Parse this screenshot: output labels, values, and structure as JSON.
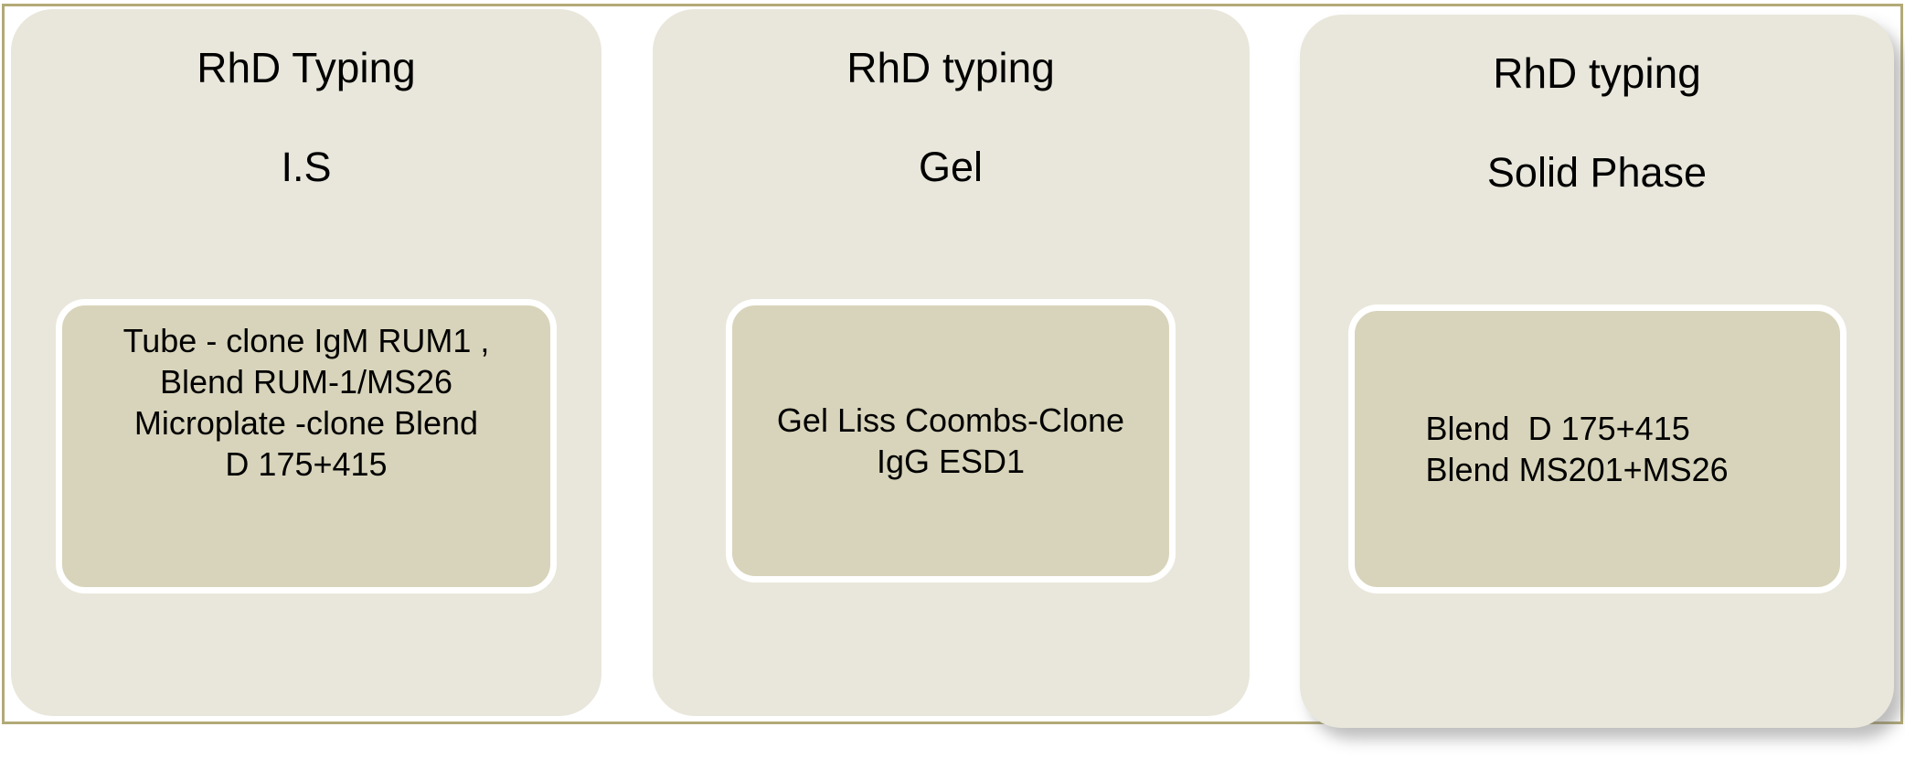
{
  "panels": [
    {
      "title": "RhD Typing",
      "subtitle": "I.S",
      "lines": [
        "Tube - clone IgM RUM1 ,",
        "Blend RUM-1/MS26",
        "Microplate -clone Blend",
        "D 175+415"
      ]
    },
    {
      "title": "RhD typing",
      "subtitle": "Gel",
      "lines": [
        "Gel Liss Coombs-Clone",
        "IgG ESD1"
      ]
    },
    {
      "title": "RhD typing",
      "subtitle": "Solid Phase",
      "lines": [
        "Blend  D 175+415",
        "Blend MS201+MS26"
      ]
    }
  ],
  "colors": {
    "panel_bg": "#e9e7db",
    "inner_box_bg": "#d8d4bb",
    "frame_border": "#b2aa77",
    "text": "#000000",
    "page_bg": "#ffffff"
  }
}
